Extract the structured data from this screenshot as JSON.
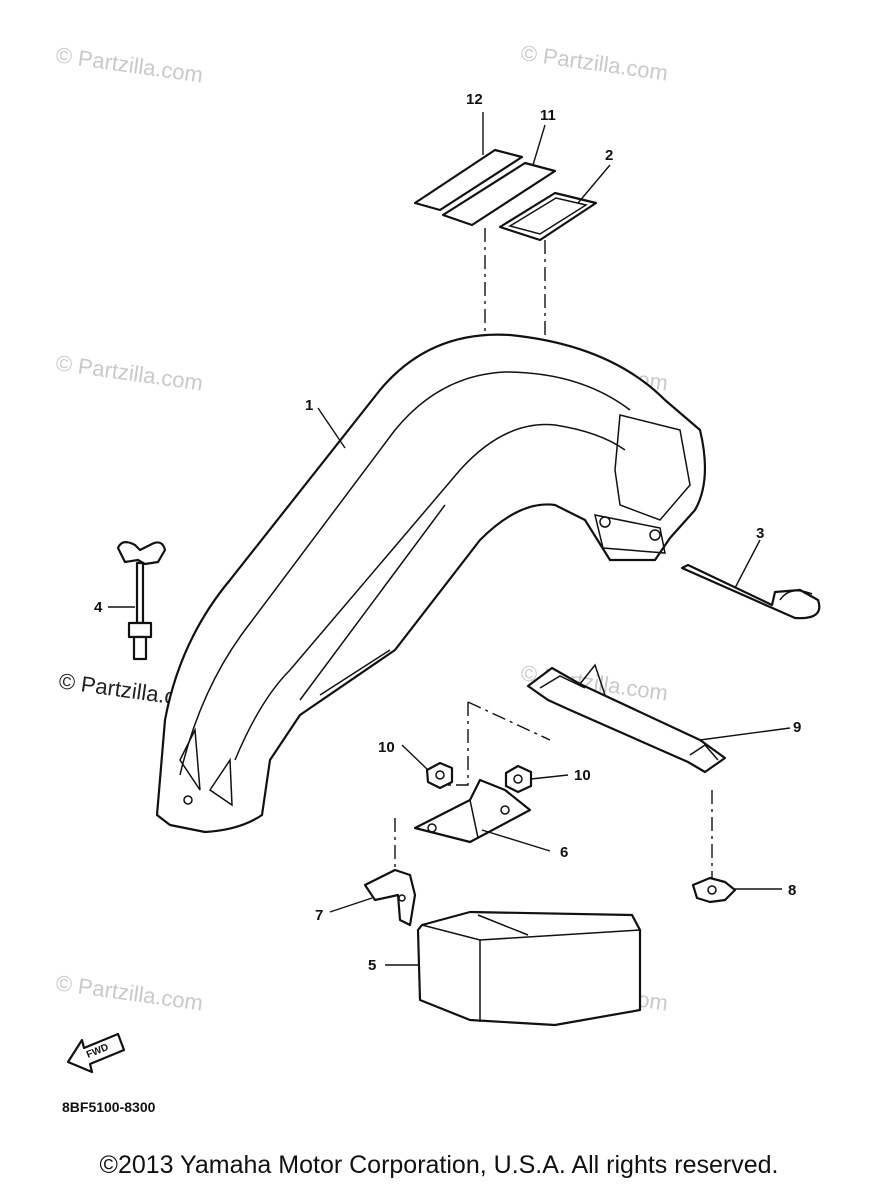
{
  "watermark": "© Partzilla.com",
  "diagram_code": "8BF5100-8300",
  "fwd_label": "FWD",
  "copyright": "©2013 Yamaha Motor Corporation, U.S.A. All rights reserved.",
  "callouts": {
    "c1": "1",
    "c2": "2",
    "c3": "3",
    "c4": "4",
    "c5": "5",
    "c6": "6",
    "c7": "7",
    "c8": "8",
    "c9": "9",
    "c10a": "10",
    "c10b": "10",
    "c11": "11",
    "c12": "12"
  },
  "parts": [
    "rear-fender",
    "flap-pad",
    "rod",
    "wing-bolt",
    "cover-case",
    "bracket",
    "clip",
    "band-clip",
    "band",
    "nut-a",
    "nut-b",
    "emblem",
    "emblem-2"
  ]
}
